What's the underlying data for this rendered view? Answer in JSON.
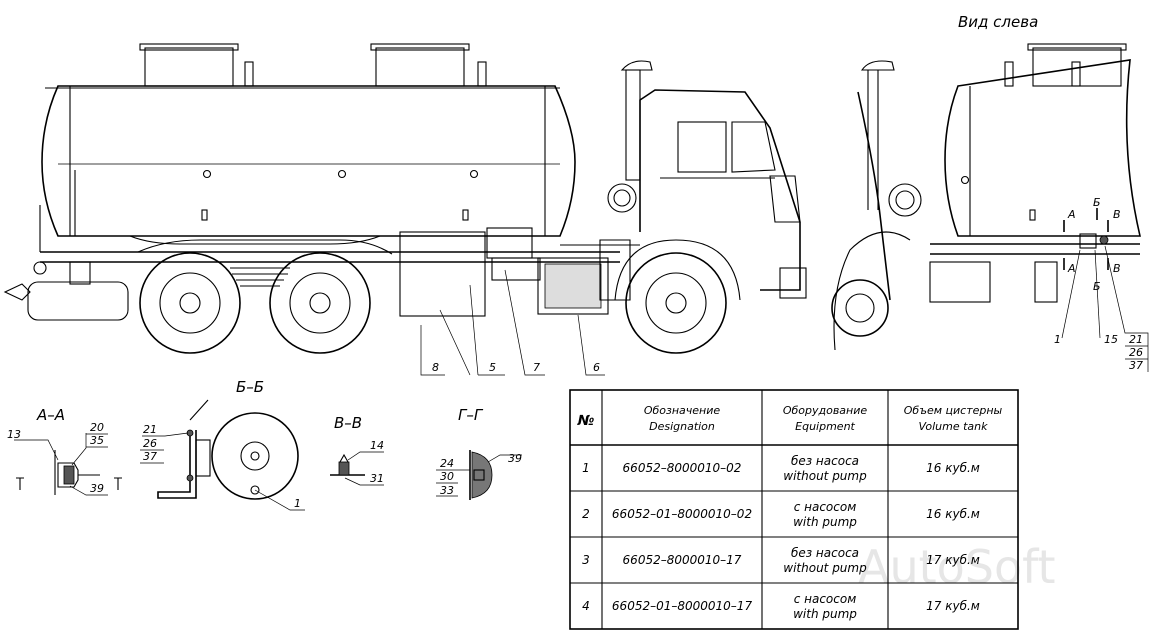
{
  "view_label": "Вид слева",
  "watermark": "AutoSoft",
  "side_view_callouts": [
    "8",
    "5",
    "7",
    "6"
  ],
  "left_view_callouts": [
    "1",
    "15",
    "21",
    "26",
    "37"
  ],
  "section_markers": [
    "А",
    "А",
    "Б",
    "Б",
    "В",
    "В"
  ],
  "sections": [
    {
      "title": "А–А",
      "callouts": [
        "13",
        "20",
        "35",
        "39"
      ]
    },
    {
      "title": "Б–Б",
      "callouts": [
        "21",
        "26",
        "37",
        "1"
      ]
    },
    {
      "title": "В–В",
      "callouts": [
        "14",
        "31"
      ]
    },
    {
      "title": "Г–Г",
      "callouts": [
        "24",
        "30",
        "33",
        "39"
      ]
    }
  ],
  "table": {
    "headers": {
      "num": "№",
      "designation_ru": "Обозначение",
      "designation_en": "Designation",
      "equipment_ru": "Оборудование",
      "equipment_en": "Equipment",
      "volume_ru": "Объем цистерны",
      "volume_en": "Volume tank"
    },
    "rows": [
      {
        "num": "1",
        "designation": "66052–8000010–02",
        "equipment_ru": "без насоса",
        "equipment_en": "without pump",
        "volume": "16 куб.м"
      },
      {
        "num": "2",
        "designation": "66052–01–8000010–02",
        "equipment_ru": "с насосом",
        "equipment_en": "with pump",
        "volume": "16 куб.м"
      },
      {
        "num": "3",
        "designation": "66052–8000010–17",
        "equipment_ru": "без насоса",
        "equipment_en": "without pump",
        "volume": "17 куб.м"
      },
      {
        "num": "4",
        "designation": "66052–01–8000010–17",
        "equipment_ru": "с насосом",
        "equipment_en": "with pump",
        "volume": "17 куб.м"
      }
    ]
  }
}
